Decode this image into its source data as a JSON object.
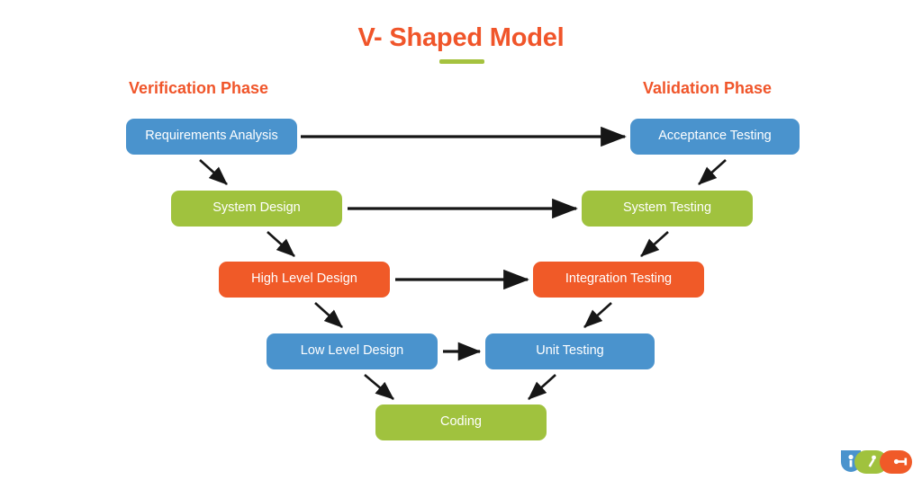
{
  "diagram": {
    "title": "V- Shaped Model",
    "accent_orange": "#f0552a",
    "accent_green": "#a5c23f",
    "accent_blue": "#4a93cd",
    "background": "#ffffff"
  },
  "phases": {
    "left": "Verification Phase",
    "right": "Validation Phase"
  },
  "nodes": [
    {
      "id": "requirements-analysis",
      "label": "Requirements Analysis",
      "color": "#4a93cd",
      "side": "left",
      "level": 1
    },
    {
      "id": "acceptance-testing",
      "label": "Acceptance Testing",
      "color": "#4a93cd",
      "side": "right",
      "level": 1
    },
    {
      "id": "system-design",
      "label": "System Design",
      "color": "#a0c23e",
      "side": "left",
      "level": 2
    },
    {
      "id": "system-testing",
      "label": "System Testing",
      "color": "#a0c23e",
      "side": "right",
      "level": 2
    },
    {
      "id": "high-level-design",
      "label": "High Level Design",
      "color": "#f05a28",
      "side": "left",
      "level": 3
    },
    {
      "id": "integration-testing",
      "label": "Integration Testing",
      "color": "#f05a28",
      "side": "right",
      "level": 3
    },
    {
      "id": "low-level-design",
      "label": "Low Level Design",
      "color": "#4a93cd",
      "side": "left",
      "level": 4
    },
    {
      "id": "unit-testing",
      "label": "Unit Testing",
      "color": "#4a93cd",
      "side": "right",
      "level": 4
    },
    {
      "id": "coding",
      "label": "Coding",
      "color": "#a0c23e",
      "side": "center",
      "level": 5
    }
  ],
  "connections": [
    {
      "from": "requirements-analysis",
      "to": "acceptance-testing",
      "kind": "horizontal"
    },
    {
      "from": "system-design",
      "to": "system-testing",
      "kind": "horizontal"
    },
    {
      "from": "high-level-design",
      "to": "integration-testing",
      "kind": "horizontal"
    },
    {
      "from": "low-level-design",
      "to": "unit-testing",
      "kind": "horizontal"
    },
    {
      "from": "requirements-analysis",
      "to": "system-design",
      "kind": "diagonal-down-right"
    },
    {
      "from": "system-design",
      "to": "high-level-design",
      "kind": "diagonal-down-right"
    },
    {
      "from": "high-level-design",
      "to": "low-level-design",
      "kind": "diagonal-down-right"
    },
    {
      "from": "low-level-design",
      "to": "coding",
      "kind": "diagonal-down-right"
    },
    {
      "from": "acceptance-testing",
      "to": "system-testing",
      "kind": "diagonal-down-left"
    },
    {
      "from": "system-testing",
      "to": "integration-testing",
      "kind": "diagonal-down-left"
    },
    {
      "from": "integration-testing",
      "to": "unit-testing",
      "kind": "diagonal-down-left"
    },
    {
      "from": "unit-testing",
      "to": "coding",
      "kind": "diagonal-down-left"
    }
  ],
  "logo": {
    "icons": [
      {
        "name": "shield-badge-icon",
        "color": "#4a93cd"
      },
      {
        "name": "leaf-icon",
        "color": "#a0c23e"
      },
      {
        "name": "d-shape-icon",
        "color": "#f05a28"
      }
    ]
  }
}
